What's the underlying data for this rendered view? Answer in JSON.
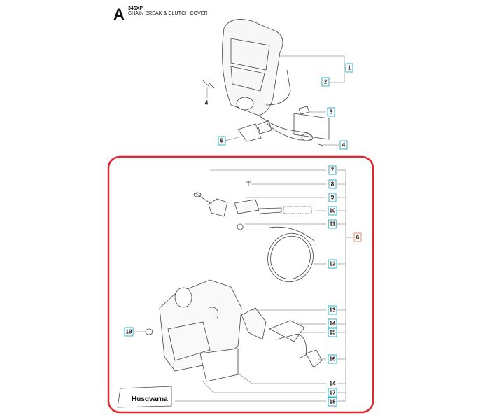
{
  "header": {
    "section_letter": "A",
    "model": "346XP",
    "title": "CHAIN BREAK & CLUTCH COVER"
  },
  "brand": {
    "logo_text": "Husqvarna"
  },
  "colors": {
    "highlight_frame": "#e0262e",
    "label_box": "#35b3c6",
    "group_label_box": "#ef8a5e"
  },
  "labels": [
    "1",
    "2",
    "3",
    "4",
    "5",
    "4",
    "6",
    "7",
    "8",
    "9",
    "10",
    "11",
    "12",
    "13",
    "14",
    "15",
    "16",
    "14",
    "17",
    "18",
    "19"
  ]
}
